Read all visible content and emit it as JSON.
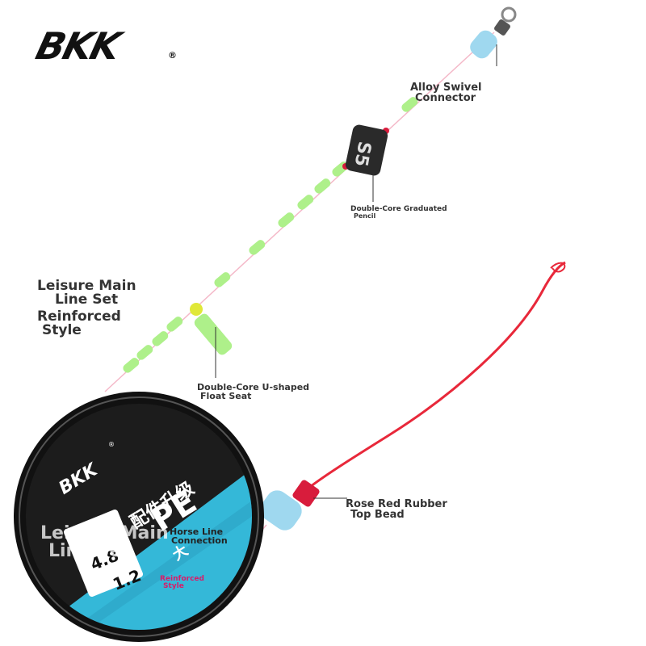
{
  "brand": {
    "name": "BKK",
    "reg_mark": "®"
  },
  "callouts": {
    "swivel": {
      "line1": "Alloy Swivel",
      "line2": "Connector"
    },
    "pencil": {
      "line1": "Double-Core Graduated",
      "line2": "Pencil"
    },
    "main_line": {
      "line1": "Leisure Main",
      "line2": "Line Set",
      "line3": "Reinforced",
      "line4": "Style"
    },
    "float_seat": {
      "line1": "Double-Core U-shaped",
      "line2": "Float Seat"
    },
    "top_bead": {
      "line1": "Rose Red Rubber",
      "line2": "Top Bead"
    },
    "horse_line": {
      "line1": "Horse Line",
      "line2": "Connection"
    },
    "spool_set": {
      "line1": "Leisure Main",
      "line2": "Line Set"
    },
    "spool_style": {
      "line1": "Reinforced",
      "line2": "Style"
    }
  },
  "spool": {
    "brand": "BKK",
    "reg_mark": "®",
    "upgrade_text": "配件升级",
    "badge_letters": "PE",
    "size_main": "4.8",
    "size_sub": "1.2",
    "label_text": "大"
  },
  "pencil_marking": "S5",
  "colors": {
    "float_segments": "#aef08a",
    "main_line": "#f4b8c8",
    "rubber_line": "#e8283a",
    "rubber_bead": "#d81c3c",
    "sleeve": "#9fd8ef",
    "spool_band": "#34b8d8",
    "spool_ring": "#111111",
    "pencil_body": "#2a2a2a"
  }
}
